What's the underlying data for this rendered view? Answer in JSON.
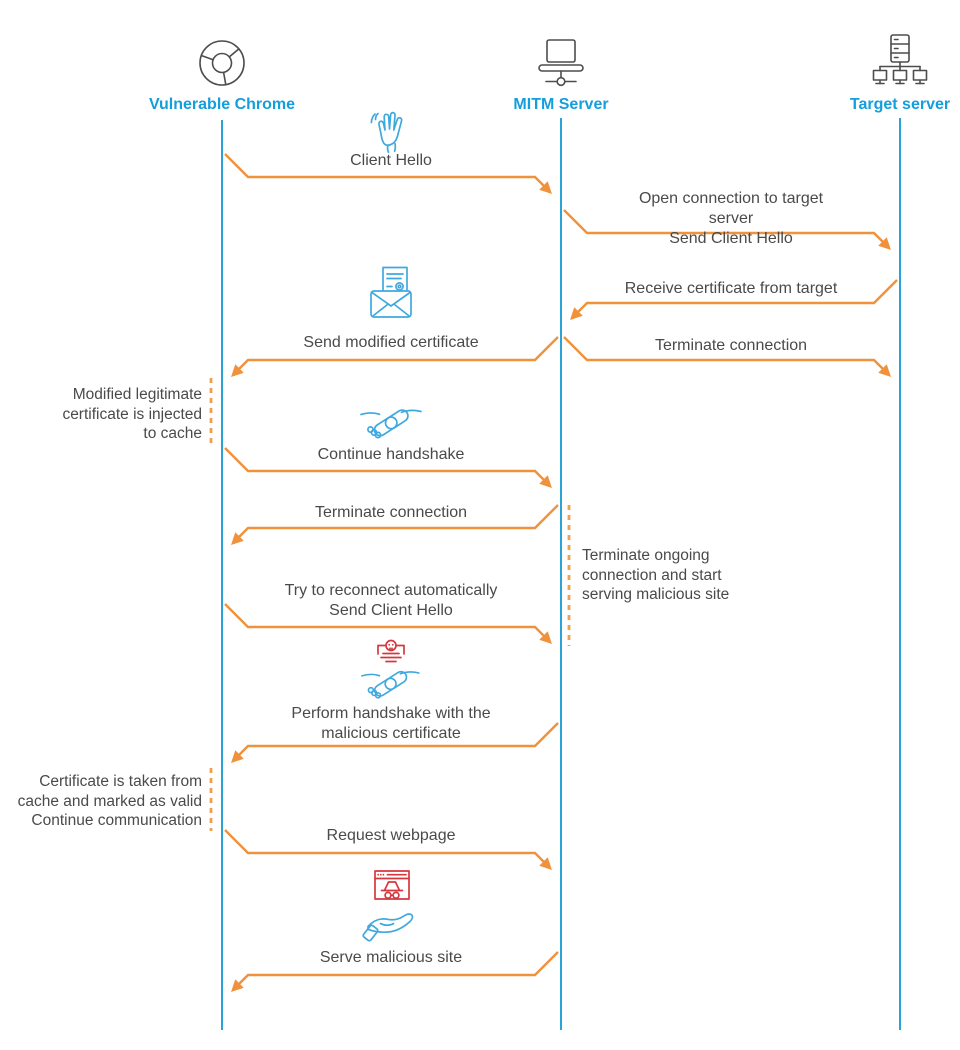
{
  "actors": [
    {
      "name": "Vulnerable Chrome",
      "icon": "chrome-browser-icon"
    },
    {
      "name": "MITM Server",
      "icon": "laptop-network-icon"
    },
    {
      "name": "Target server",
      "icon": "server-network-icon"
    }
  ],
  "messages": [
    {
      "label": "Client Hello",
      "from": "Vulnerable Chrome",
      "to": "MITM Server",
      "icon": "waving-hand-icon"
    },
    {
      "label": "Open connection to target server\nSend Client Hello",
      "from": "MITM Server",
      "to": "Target server"
    },
    {
      "label": "Receive certificate from target",
      "from": "Target server",
      "to": "MITM Server"
    },
    {
      "label": "Send modified certificate",
      "from": "MITM Server",
      "to": "Vulnerable Chrome",
      "icon": "certificate-envelope-icon"
    },
    {
      "label": "Terminate connection",
      "from": "MITM Server",
      "to": "Target server"
    },
    {
      "label": "Continue handshake",
      "from": "Vulnerable Chrome",
      "to": "MITM Server",
      "icon": "handshake-icon"
    },
    {
      "label": "Terminate connection",
      "from": "MITM Server",
      "to": "Vulnerable Chrome"
    },
    {
      "label": "Try to reconnect automatically\nSend Client Hello",
      "from": "Vulnerable Chrome",
      "to": "MITM Server"
    },
    {
      "label": "Perform handshake with the\nmalicious certificate",
      "from": "MITM Server",
      "to": "Vulnerable Chrome",
      "icon": "malicious-certificate-handshake-icon"
    },
    {
      "label": "Request webpage",
      "from": "Vulnerable Chrome",
      "to": "MITM Server"
    },
    {
      "label": "Serve malicious site",
      "from": "MITM Server",
      "to": "Vulnerable Chrome",
      "icon": "serve-malicious-site-icon"
    }
  ],
  "notes": [
    {
      "text": "Modified legitimate\ncertificate is injected\nto cache",
      "attached_to": "Vulnerable Chrome"
    },
    {
      "text": "Terminate ongoing\nconnection and start\nserving malicious site",
      "attached_to": "MITM Server"
    },
    {
      "text": "Certificate is taken from\ncache and marked as valid\nContinue communication",
      "attached_to": "Vulnerable Chrome"
    }
  ],
  "colors": {
    "actor_label_blue": "#149EDB",
    "lifeline_blue": "#2AA4D6",
    "arrow_orange": "#F0923B",
    "note_dash_orange": "#F0A04C",
    "icon_blue": "#3FA9DF",
    "icon_red": "#D5383E",
    "text_gray": "#4A4A4A"
  }
}
